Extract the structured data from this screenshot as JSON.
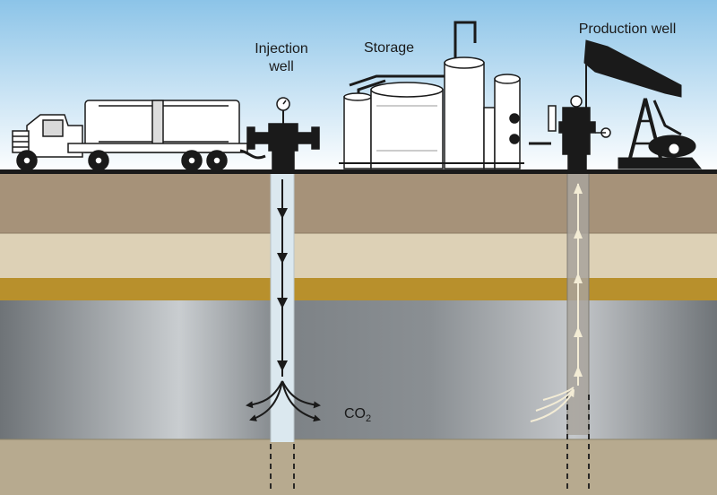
{
  "labels": {
    "injection_well_line1": "Injection",
    "injection_well_line2": "well",
    "storage": "Storage",
    "production_well": "Production well",
    "co2_main": "CO",
    "co2_sub": "2"
  },
  "colors": {
    "sky_top": "#8cc4e8",
    "sky_bottom": "#ffffff",
    "ground_line": "#1a1a1a",
    "layer_brown": "#a69279",
    "layer_light": "#ddd1b6",
    "layer_gold": "#b8902c",
    "reservoir": "#868b90",
    "layer_bottom": "#b7aa8f",
    "injection_shaft": "#dbe8ef",
    "production_shaft": "#a8a39c",
    "co2_arrow": "#1a1a1a",
    "oil_arrow": "#f3ecd5"
  }
}
